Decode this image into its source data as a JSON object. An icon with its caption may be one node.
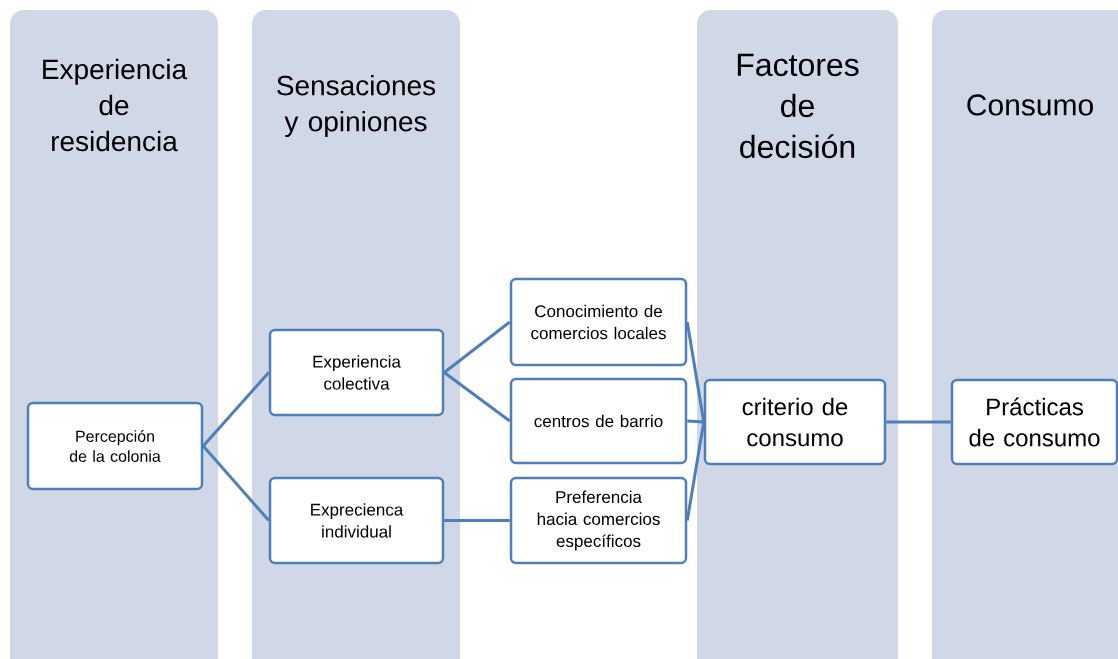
{
  "diagram": {
    "nodes": [
      {
        "text": [
          "Experiencia de residencia"
        ]
      },
      {
        "text": [
          "Sensaciones y opiniones"
        ]
      },
      {
        "text": [
          "Factores de decisión"
        ]
      },
      {
        "text": [
          "Consumo"
        ]
      },
      {
        "text": [
          "Percepción de la colonia"
        ],
        "in": 0
      },
      {
        "text": [
          "Experiencia colectiva"
        ],
        "in": 1
      },
      {
        "text": [
          "Exprecienca individual"
        ],
        "in": 1
      },
      {
        "text": [
          "Conocimiento de comercios locales"
        ]
      },
      {
        "text": [
          "centros de barrio"
        ]
      },
      {
        "text": [
          "Preferencia hacia comercios específicos"
        ]
      },
      {
        "text": [
          "criterio de consumo"
        ],
        "in": 2
      },
      {
        "text": [
          "Prácticas de consumo"
        ],
        "in": 3
      }
    ],
    "edges": [
      {
        "from": 4,
        "to": 5,
        "arrow": "none"
      },
      {
        "from": 4,
        "to": 6,
        "arrow": "none"
      },
      {
        "from": 5,
        "to": 7,
        "arrow": "none"
      },
      {
        "from": 5,
        "to": 8,
        "arrow": "none"
      },
      {
        "from": 6,
        "to": 9,
        "arrow": "none"
      },
      {
        "from": 7,
        "to": 10,
        "arrow": "none"
      },
      {
        "from": 8,
        "to": 10,
        "arrow": "none"
      },
      {
        "from": 9,
        "to": 10,
        "arrow": "none"
      },
      {
        "from": 10,
        "to": 11,
        "arrow": "none"
      }
    ]
  }
}
